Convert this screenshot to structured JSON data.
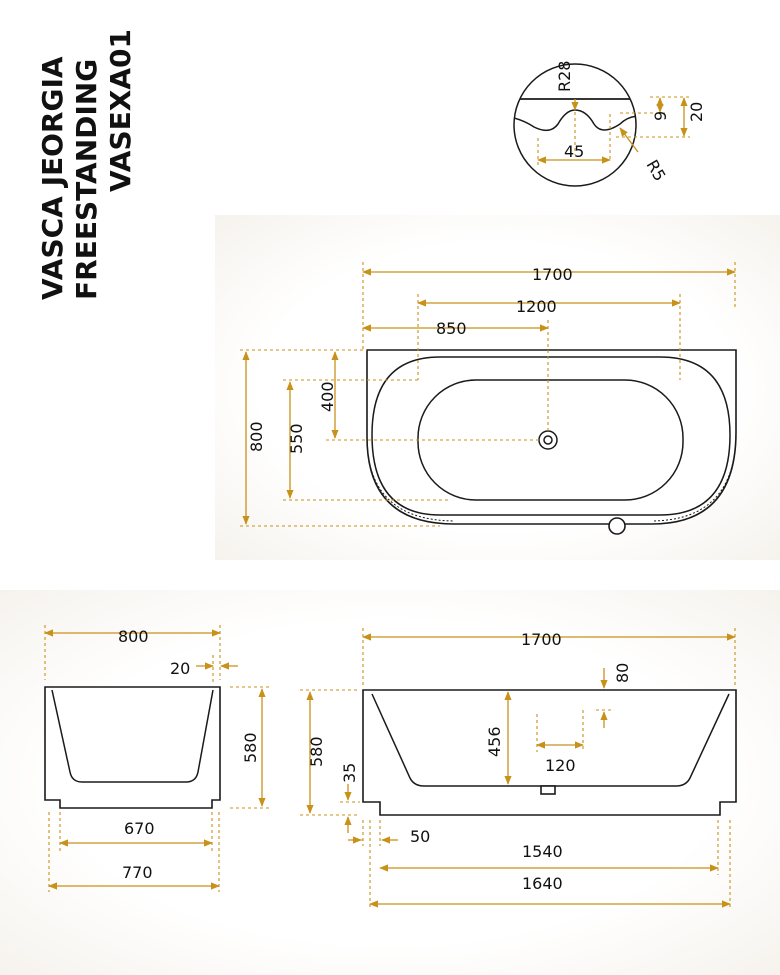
{
  "title": {
    "line1": "VASCA JEORGIA",
    "line2": "FREESTANDING",
    "line3": "VASEXA01"
  },
  "detail": {
    "r28": "R28",
    "d20": "20",
    "d9": "9",
    "d45": "45",
    "r5": "R5"
  },
  "top_view": {
    "d1700": "1700",
    "d1200": "1200",
    "d850": "850",
    "d800": "800",
    "d550": "550",
    "d400": "400"
  },
  "side_view": {
    "d800": "800",
    "d20": "20",
    "d580": "580",
    "d670": "670",
    "d770": "770"
  },
  "front_view": {
    "d1700": "1700",
    "d80": "80",
    "d580": "580",
    "d456": "456",
    "d120": "120",
    "d35": "35",
    "d50": "50",
    "d1540": "1540",
    "d1640": "1640"
  },
  "colors": {
    "dimension": "#c8911a",
    "outline": "#1a1a1a"
  }
}
